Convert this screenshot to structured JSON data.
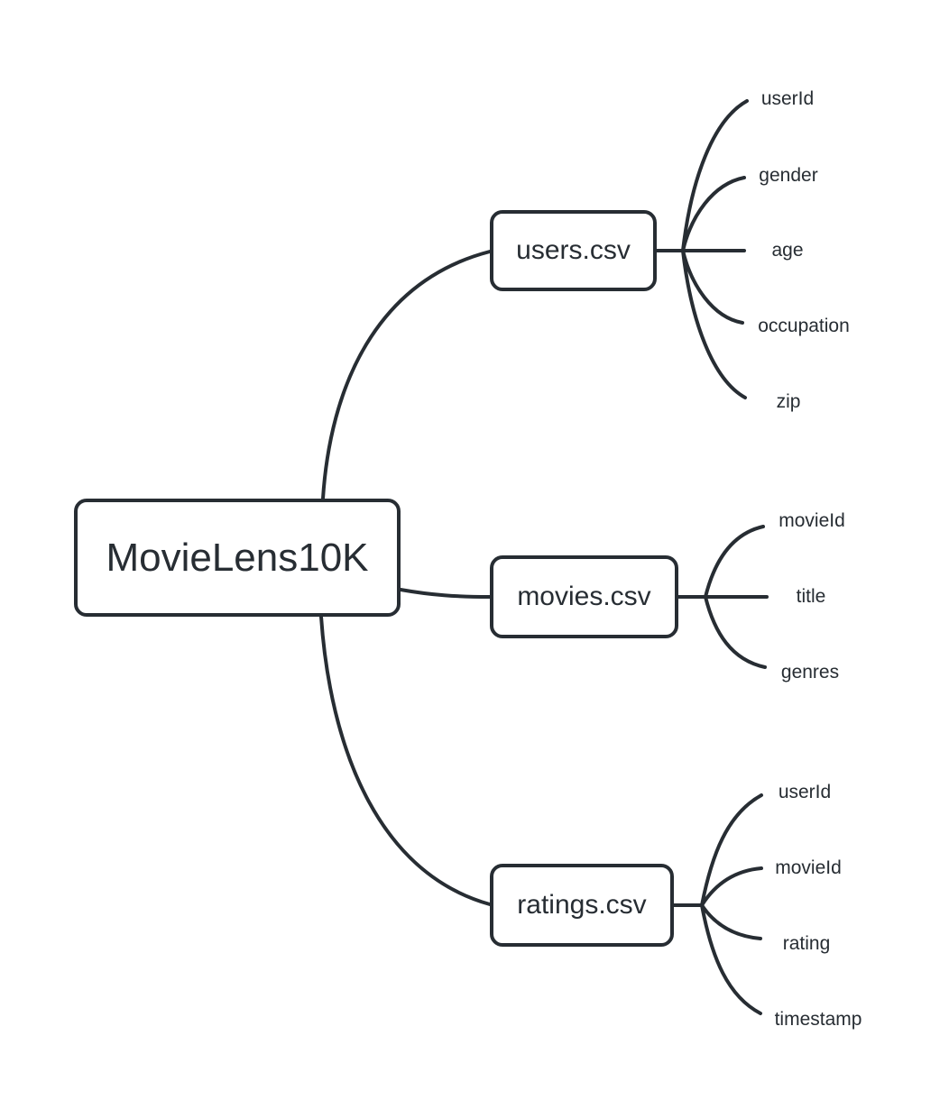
{
  "mindmap": {
    "root": {
      "label": "MovieLens10K"
    },
    "branches": [
      {
        "label": "users.csv",
        "children": [
          "userId",
          "gender",
          "age",
          "occupation",
          "zip"
        ]
      },
      {
        "label": "movies.csv",
        "children": [
          "movieId",
          "title",
          "genres"
        ]
      },
      {
        "label": "ratings.csv",
        "children": [
          "userId",
          "movieId",
          "rating",
          "timestamp"
        ]
      }
    ],
    "colors": {
      "stroke": "#272d33",
      "text": "#272d33",
      "background": "#ffffff"
    }
  }
}
